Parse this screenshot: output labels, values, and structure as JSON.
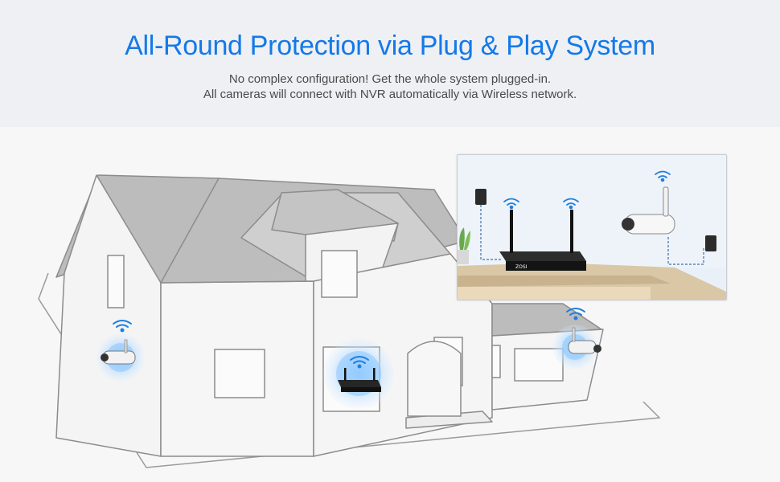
{
  "header": {
    "title": "All-Round Protection via Plug & Play System",
    "subtitle_line1": "No complex configuration! Get the whole system plugged-in.",
    "subtitle_line2": "All cameras will connect with NVR automatically via Wireless network."
  },
  "nvr": {
    "brand": "ZOSI"
  },
  "colors": {
    "title": "#1479e8",
    "wifi": "#1e7fe0",
    "roof": "#bdbdbd",
    "wall": "#f5f5f5",
    "outline": "#8c8c8c"
  },
  "icons": [
    "wifi-icon",
    "camera-icon",
    "nvr-icon",
    "power-adapter-icon",
    "plant-icon"
  ]
}
